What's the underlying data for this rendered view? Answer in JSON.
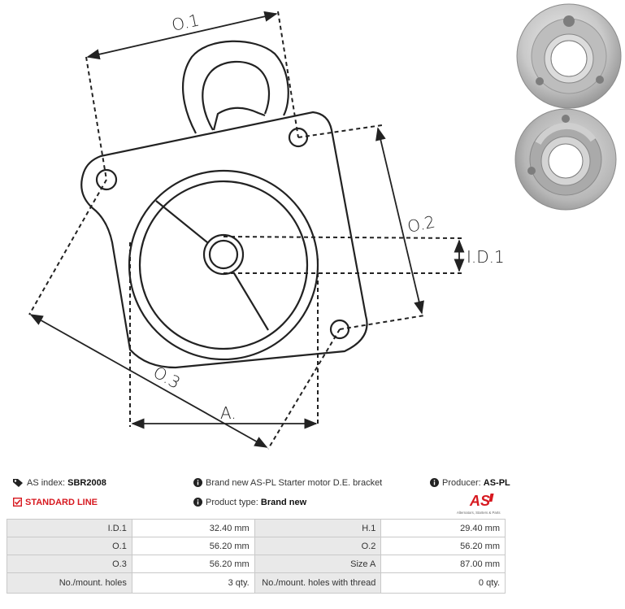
{
  "labels": {
    "o1": "O.1",
    "o2": "O.2",
    "o3": "O.3",
    "id1": "I.D.1",
    "a": "A."
  },
  "info": {
    "as_index_label": "AS index:",
    "as_index_value": "SBR2008",
    "description": "Brand new AS-PL Starter motor D.E. bracket",
    "producer_label": "Producer:",
    "producer_value": "AS-PL",
    "standard_line": "STANDARD LINE",
    "product_type_label": "Product type:",
    "product_type_value": "Brand new",
    "logo_text": "AS",
    "logo_tagline": "Alternators, Starters & Parts"
  },
  "colors": {
    "brand_red": "#d71920",
    "label_bg": "#e9e9e9"
  },
  "specs": [
    [
      "I.D.1",
      "32.40 mm",
      "H.1",
      "29.40 mm"
    ],
    [
      "O.1",
      "56.20 mm",
      "O.2",
      "56.20 mm"
    ],
    [
      "O.3",
      "56.20 mm",
      "Size A",
      "87.00 mm"
    ],
    [
      "No./mount. holes",
      "3 qty.",
      "No./mount. holes with thread",
      "0 qty."
    ]
  ]
}
